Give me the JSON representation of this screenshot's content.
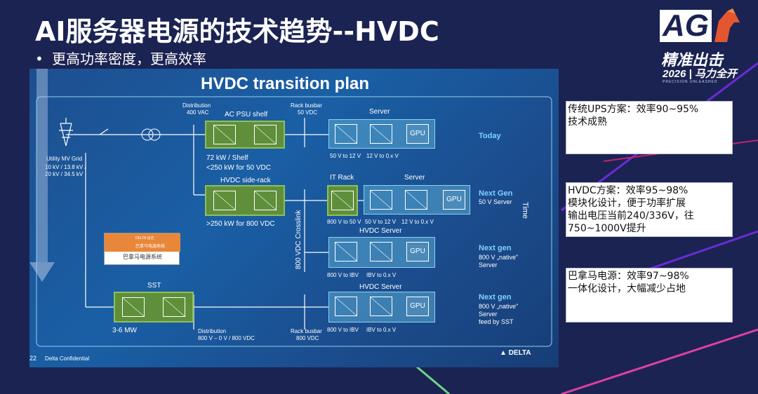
{
  "header": {
    "title": "AI服务器电源的技术趋势--HVDC",
    "bullet": "更高功率密度，更高效率"
  },
  "logo": {
    "brand": "AG",
    "slogan": "精准出击",
    "year": "2026 | 马力全开",
    "tagline": "PRECISION UNLEASHED"
  },
  "slide": {
    "title": "HVDC transition plan",
    "grid_label": "Utility MV Grid",
    "grid_voltages": "10 kV / 13.8 kV /\n20 kV / 34.5 kV",
    "distribution_top": "Distribution",
    "distribution_top_v": "400 VAC",
    "rack_busbar_top": "Rack busbar",
    "rack_busbar_top_v": "50 VDC",
    "ac_psu_shelf": "AC PSU shelf",
    "server_label": "Server",
    "shelf_note_1": "72 kW / Shelf",
    "shelf_note_2": "<250 kW for 50 VDC",
    "conv_50_12": "50 V to 12 V",
    "conv_12_0x": "12 V to 0.x V",
    "hvdc_siderack": "HVDC side-rack",
    "siderack_note": ">250 kW for 800 VDC",
    "it_rack": "IT Rack",
    "server_label_2": "Server",
    "conv_800_50": "800 V to 50 V",
    "conv_50_12_b": "50 V to 12 V",
    "conv_12_0x_b": "12 V to 0.x V",
    "crosslink": "800 VDC Crosslink",
    "hvdc_server_1": "HVDC Server",
    "conv_800_ibv": "800 V to IBV",
    "conv_ibv_0x": "IBV to 0.x V",
    "sst": "SST",
    "sst_power": "3-6 MW",
    "hvdc_server_2": "HVDC Server",
    "conv_800_ibv_b": "800 V to IBV",
    "conv_ibv_0x_b": "IBV to 0.x V",
    "distribution_bottom": "Distribution",
    "distribution_bottom_v": "800 V – 0 V / 800 VDC",
    "rack_busbar_bottom": "Rack busbar",
    "rack_busbar_bottom_v": "800 VDC",
    "gpu": "GPU",
    "time": "Time",
    "phases": [
      {
        "name": "Today",
        "sub": ""
      },
      {
        "name": "Next Gen",
        "sub": "50 V Server"
      },
      {
        "name": "Next gen",
        "sub": "800 V „native\"\nServer"
      },
      {
        "name": "Next gen",
        "sub": "800 V „native\"\nServer\nfeed by SST"
      }
    ],
    "bnm_caption": "巴拿马电源系统",
    "bnm_brand": "DELTA 台达",
    "bnm_system": "巴拿马电源系统",
    "page_number": "22",
    "confidential": "Delta Confidential",
    "delta_logo": "▲ DELTA"
  },
  "notes": [
    {
      "text": "传统UPS方案：效率90~95%\n技术成熟"
    },
    {
      "text": "HVDC方案：效率95~98%\n模块化设计，便于功率扩展\n输出电压当前240/336V，往750~1000V提升"
    },
    {
      "text": "巴拿马电源：效率97~98%\n一体化设计，大幅减少占地"
    }
  ],
  "colors": {
    "background": "#1b2352",
    "slide_blue": "#1a5fa5",
    "green_box": "#5f8f3a",
    "phase_text": "#7fd3ff",
    "deco_purple": "#6b2bd8",
    "deco_pink": "#e040a0",
    "deco_green": "#6cd48a"
  }
}
